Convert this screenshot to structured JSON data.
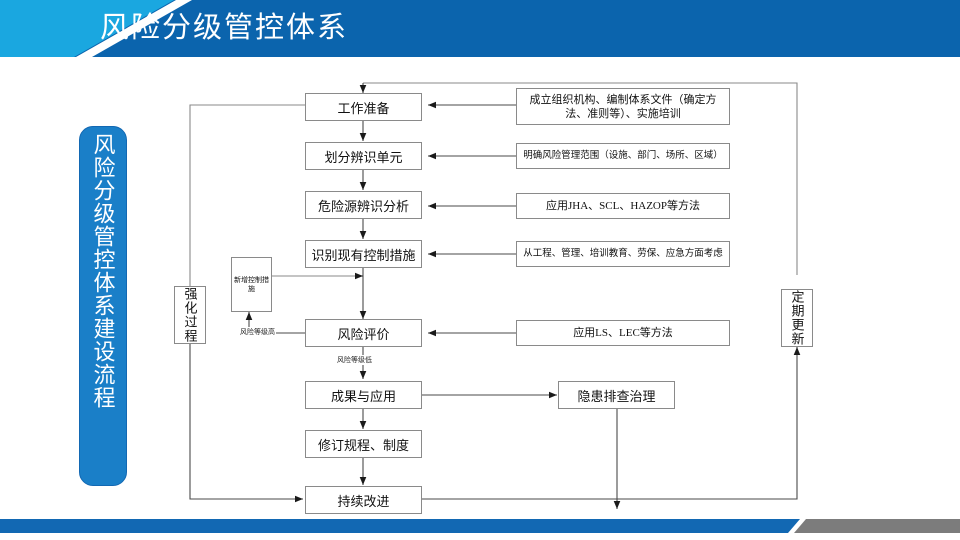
{
  "header": {
    "title": "风险分级管控体系",
    "accent_color": "#1aa7e0",
    "bar_color": "#0b64ad"
  },
  "side_banner": {
    "text": "风险分级管控体系建设流程",
    "color": "#1a7fc8"
  },
  "footer": {
    "blue_color": "#1268b3",
    "gray_color": "#7c7c7c"
  },
  "chart_data": {
    "type": "diagram",
    "title": "风险分级管控体系建设流程",
    "nodes": [
      {
        "id": "prep",
        "label": "工作准备",
        "kind": "process"
      },
      {
        "id": "unit",
        "label": "划分辨识单元",
        "kind": "process"
      },
      {
        "id": "hazard",
        "label": "危险源辨识分析",
        "kind": "process"
      },
      {
        "id": "existing",
        "label": "识别现有控制措施",
        "kind": "process"
      },
      {
        "id": "evaluate",
        "label": "风险评价",
        "kind": "process"
      },
      {
        "id": "result",
        "label": "成果与应用",
        "kind": "process"
      },
      {
        "id": "revise",
        "label": "修订规程、制度",
        "kind": "process"
      },
      {
        "id": "improve",
        "label": "持续改进",
        "kind": "process"
      },
      {
        "id": "hidden",
        "label": "隐患排查治理",
        "kind": "process"
      },
      {
        "id": "strengthen",
        "label": "强化过程",
        "kind": "vertical"
      },
      {
        "id": "update",
        "label": "定期更新",
        "kind": "vertical"
      },
      {
        "id": "newctrl",
        "label": "新增控制措施",
        "kind": "small"
      },
      {
        "id": "d1",
        "label": "成立组织机构、编制体系文件（确定方法、准则等）、实施培训",
        "kind": "note"
      },
      {
        "id": "d2",
        "label": "明确风险管理范围（设施、部门、场所、区域）",
        "kind": "note"
      },
      {
        "id": "d3",
        "label": "应用JHA、SCL、HAZOP等方法",
        "kind": "note"
      },
      {
        "id": "d4",
        "label": "从工程、管理、培训教育、劳保、应急方面考虑",
        "kind": "note"
      },
      {
        "id": "d5",
        "label": "应用LS、LEC等方法",
        "kind": "note"
      }
    ],
    "edge_labels": [
      {
        "id": "high",
        "label": "风险等级高"
      },
      {
        "id": "low",
        "label": "风险等级低"
      }
    ],
    "edges": [
      {
        "from": "prep",
        "to": "unit"
      },
      {
        "from": "unit",
        "to": "hazard"
      },
      {
        "from": "hazard",
        "to": "existing"
      },
      {
        "from": "existing",
        "to": "evaluate"
      },
      {
        "from": "evaluate",
        "to": "result",
        "label": "风险等级低"
      },
      {
        "from": "evaluate",
        "to": "newctrl",
        "label": "风险等级高"
      },
      {
        "from": "newctrl",
        "to": "existing"
      },
      {
        "from": "result",
        "to": "revise"
      },
      {
        "from": "result",
        "to": "hidden"
      },
      {
        "from": "revise",
        "to": "improve"
      },
      {
        "from": "improve",
        "to": "update"
      },
      {
        "from": "update",
        "to": "prep"
      },
      {
        "from": "strengthen",
        "to": "improve"
      },
      {
        "from": "strengthen",
        "to": "prep"
      },
      {
        "from": "d1",
        "to": "prep"
      },
      {
        "from": "d2",
        "to": "unit"
      },
      {
        "from": "d3",
        "to": "hazard"
      },
      {
        "from": "d4",
        "to": "existing"
      },
      {
        "from": "d5",
        "to": "evaluate"
      }
    ]
  }
}
